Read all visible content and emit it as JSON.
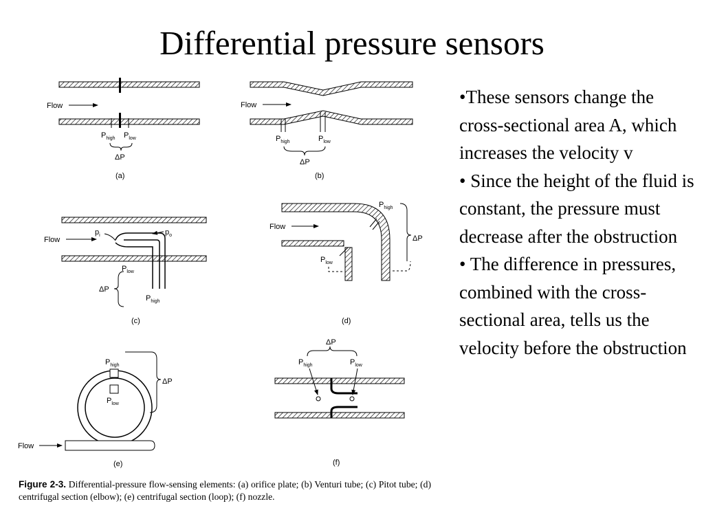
{
  "slide": {
    "title": "Differential pressure sensors",
    "bullets": [
      "•These sensors change the cross-sectional area A, which increases the velocity v",
      "• Since the height of the fluid is constant, the pressure must decrease after the obstruction",
      "• The difference in pressures, combined with the cross-sectional area, tells us the velocity before the obstruction"
    ]
  },
  "figure": {
    "flow_label": "Flow",
    "delta_p": "ΔP",
    "p_symbol": "P",
    "sub_high": "high",
    "sub_low": "low",
    "pi": "p",
    "pi_sub": "i",
    "po": "p",
    "po_sub": "o",
    "panels": [
      "(a)",
      "(b)",
      "(c)",
      "(d)",
      "(e)",
      "(f)"
    ],
    "caption_bold": "Figure 2-3.",
    "caption_text": " Differential-pressure flow-sensing elements: (a) orifice plate; (b) Venturi tube; (c) Pitot tube; (d) centrifugal section (elbow); (e) centrifugal section (loop); (f) nozzle."
  }
}
